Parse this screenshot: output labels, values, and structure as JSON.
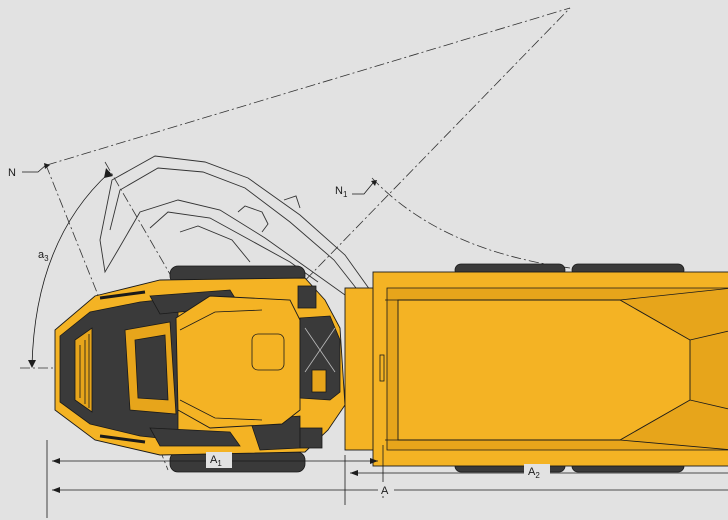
{
  "labels": {
    "n": "N",
    "n1_main": "N",
    "n1_sub": "1",
    "a3_main": "a",
    "a3_sub": "3",
    "a1_main": "A",
    "a1_sub": "1",
    "a2_main": "A",
    "a2_sub": "2",
    "a_total": "A"
  },
  "colors": {
    "background": "#e2e2e2",
    "body_yellow": "#f4b324",
    "shadow_dark": "#3a3a3a",
    "line": "#1a1a1a"
  }
}
